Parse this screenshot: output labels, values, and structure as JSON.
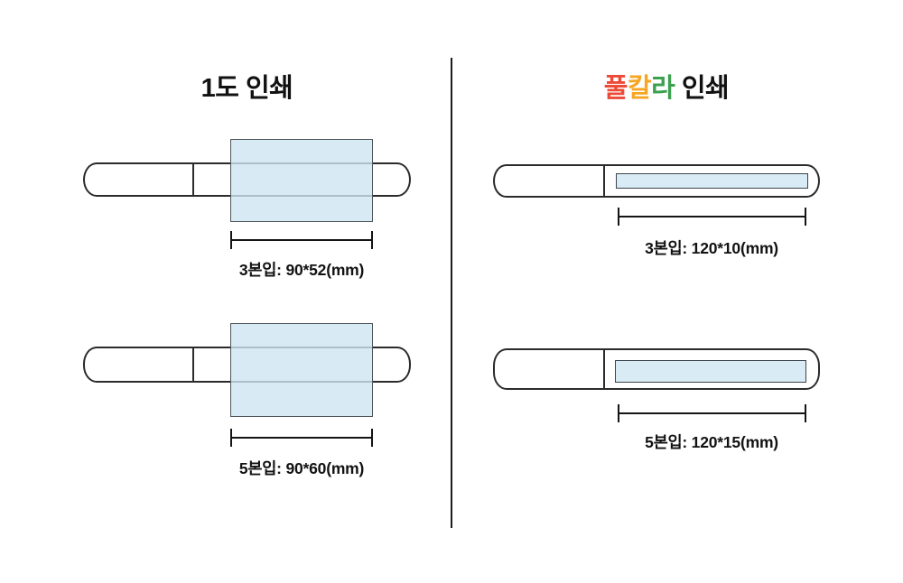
{
  "sections": {
    "left": {
      "title": "1도 인쇄",
      "title_color": "#111111",
      "diagrams": [
        {
          "pack": "3본입",
          "size": "90*52(mm)",
          "label": "3본입: 90*52(mm)"
        },
        {
          "pack": "5본입",
          "size": "90*60(mm)",
          "label": "5본입: 90*60(mm)"
        }
      ]
    },
    "right": {
      "title_parts": [
        {
          "text": "풀",
          "color": "#ec4b38"
        },
        {
          "text": "칼",
          "color": "#f5a623"
        },
        {
          "text": "라",
          "color": "#3ba14f"
        },
        {
          "text": " 인쇄",
          "color": "#111111"
        }
      ],
      "diagrams": [
        {
          "pack": "3본입",
          "size": "120*10(mm)",
          "label": "3본입: 120*10(mm)"
        },
        {
          "pack": "5본입",
          "size": "120*15(mm)",
          "label": "5본입: 120*15(mm)"
        }
      ]
    }
  },
  "colors": {
    "print_area_fill": "#d9ecf5",
    "print_area_border": "#3d444b",
    "pen_outline": "#2b2b2b",
    "dimension_line": "#141414",
    "divider": "#1c1c1c",
    "background": "#ffffff"
  }
}
